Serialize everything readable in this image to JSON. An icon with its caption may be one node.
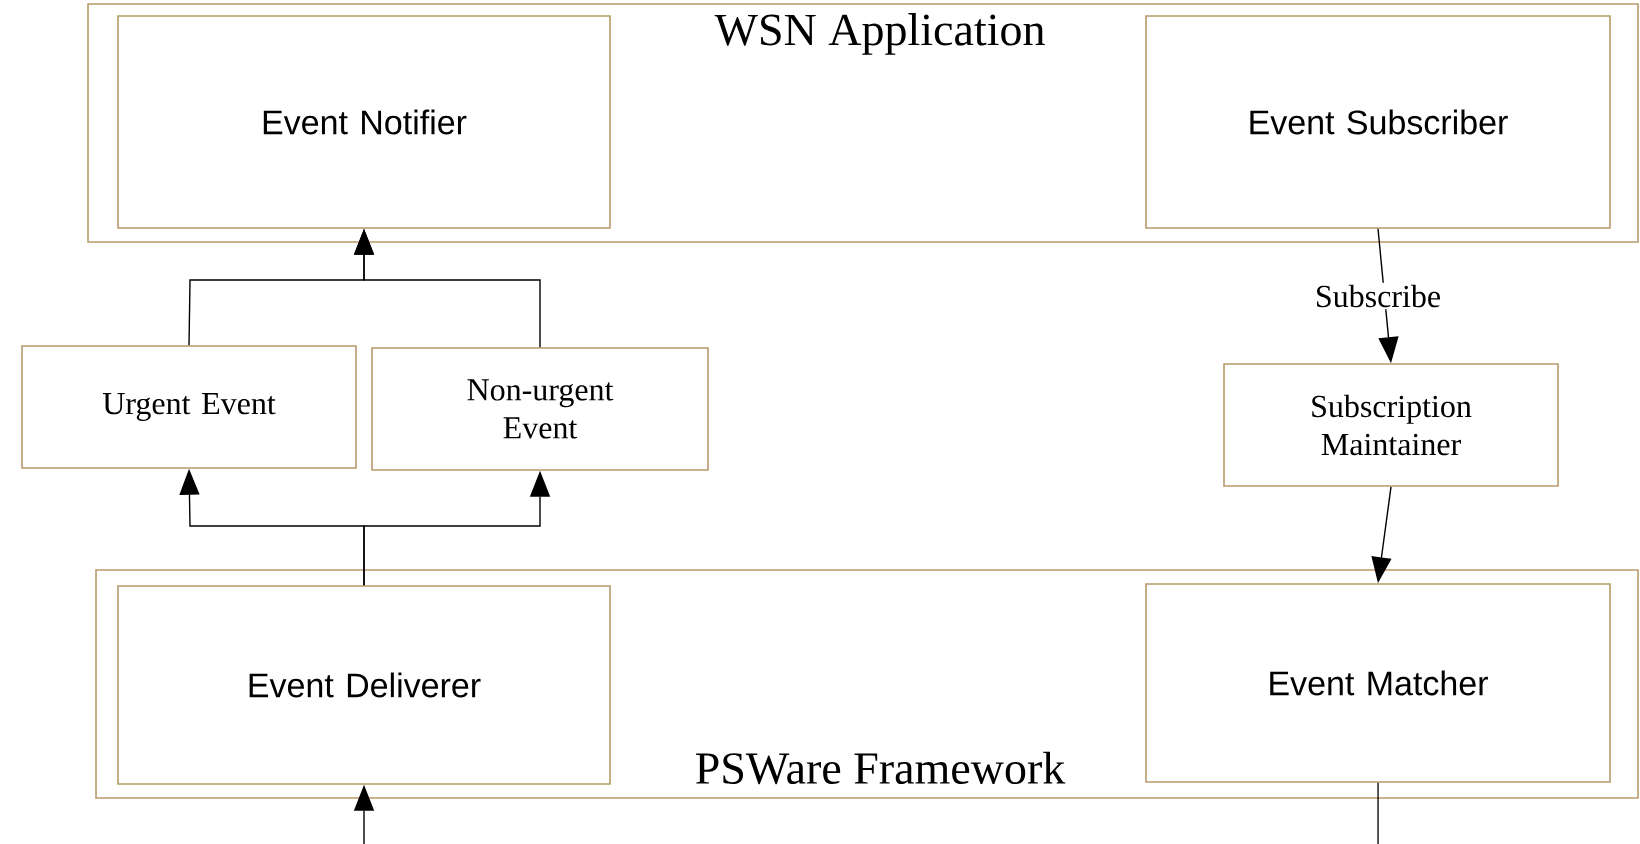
{
  "diagram": {
    "nodes": [
      {
        "text": [
          "WSN Application"
        ]
      },
      {
        "text": [
          "Event Notifier"
        ],
        "in": 0
      },
      {
        "text": [
          "Event Subscriber"
        ],
        "in": 0
      },
      {
        "text": [
          "Urgent Event"
        ]
      },
      {
        "text": [
          "Non-urgent Event"
        ]
      },
      {
        "text": [
          "Subscription Maintainer"
        ]
      },
      {
        "text": [
          "PSWare Framework"
        ]
      },
      {
        "text": [
          "Event Deliverer"
        ],
        "in": 6
      },
      {
        "text": [
          "Event Matcher"
        ],
        "in": 6
      }
    ],
    "edges": [
      {
        "from": 3,
        "to": 1,
        "arrow": "to"
      },
      {
        "from": 4,
        "to": 1,
        "arrow": "to"
      },
      {
        "from": 7,
        "to": 3,
        "arrow": "to"
      },
      {
        "from": 7,
        "to": 4,
        "arrow": "to"
      },
      {
        "from": 2,
        "to": 5,
        "arrow": "to",
        "label": "Subscribe"
      },
      {
        "from": 5,
        "to": 8,
        "arrow": "to"
      },
      {
        "from": null,
        "to": 7,
        "arrow": "to"
      },
      {
        "from": 8,
        "to": null,
        "arrow": "none"
      }
    ]
  }
}
